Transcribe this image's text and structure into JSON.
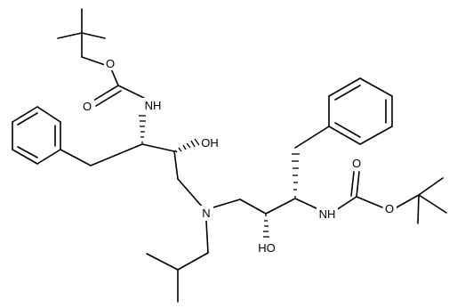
{
  "labels": {
    "o_boc1_ether": "O",
    "o_boc1_carbonyl": "O",
    "nh_left": "NH",
    "oh_left": "OH",
    "n_center": "N",
    "o_boc2_carbonyl": "O",
    "o_boc2_ether": "O",
    "nh_right": "NH",
    "oh_right": "HO"
  },
  "colors": {
    "ink": "#000000",
    "background": "#ffffff"
  }
}
